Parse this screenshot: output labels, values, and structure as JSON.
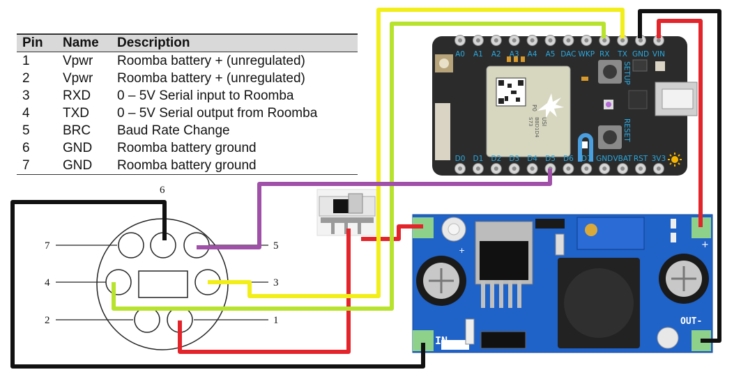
{
  "pin_table": {
    "headers": [
      "Pin",
      "Name",
      "Description"
    ],
    "rows": [
      {
        "pin": "1",
        "name": "Vpwr",
        "description": "Roomba battery + (unregulated)"
      },
      {
        "pin": "2",
        "name": "Vpwr",
        "description": "Roomba battery + (unregulated)"
      },
      {
        "pin": "3",
        "name": "RXD",
        "description": "0 – 5V Serial input to Roomba"
      },
      {
        "pin": "4",
        "name": "TXD",
        "description": "0 – 5V Serial output from Roomba"
      },
      {
        "pin": "5",
        "name": "BRC",
        "description": "Baud Rate Change"
      },
      {
        "pin": "6",
        "name": "GND",
        "description": "Roomba battery ground"
      },
      {
        "pin": "7",
        "name": "GND",
        "description": "Roomba battery ground"
      }
    ]
  },
  "photon": {
    "top_pins": [
      "A0",
      "A1",
      "A2",
      "A3",
      "A4",
      "A5",
      "DAC",
      "WKP",
      "RX",
      "TX",
      "GND",
      "VIN"
    ],
    "bottom_pins": [
      "D0",
      "D1",
      "D2",
      "D3",
      "D4",
      "D5",
      "D6",
      "D7",
      "GND",
      "VBAT",
      "RST",
      "3V3"
    ],
    "button_labels": {
      "setup": "SETUP",
      "reset": "RESET"
    },
    "module_text": [
      "P0",
      "USI",
      "BBD1D4",
      "S73"
    ]
  },
  "connector": {
    "pin_labels": {
      "p1": "1",
      "p2": "2",
      "p3": "3",
      "p4": "4",
      "p5": "5",
      "p6": "6",
      "p7": "7"
    }
  },
  "regulator": {
    "in_label": "IN-",
    "out_label": "OUT-",
    "plus_in": "+",
    "plus_out": "+"
  },
  "wire_colors": {
    "black": "#111111",
    "red": "#e3242b",
    "yellow": "#f2ee1a",
    "lime": "#b7e32c",
    "purple": "#a050a8"
  },
  "pcb_colors": {
    "photon_board": "#2b2b2b",
    "pin_text": "#29a9e0",
    "regulator_board": "#1f62c8"
  }
}
